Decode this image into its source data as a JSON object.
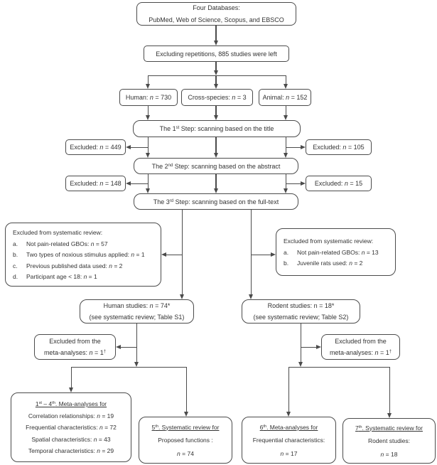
{
  "colors": {
    "line": "#4b4b4b",
    "border": "#4b4b4b",
    "text": "#333333",
    "background": "#ffffff"
  },
  "nodes": {
    "databases": {
      "lines": [
        [
          {
            "t": "Four Databases:"
          }
        ],
        [
          {
            "t": "PubMed, Web of Science, Scopus, and EBSCO"
          }
        ]
      ]
    },
    "dedup": {
      "label": [
        {
          "t": "Excluding repetitions, 885 studies were left"
        }
      ]
    },
    "human_count": {
      "label": [
        {
          "t": "Human: "
        },
        {
          "t": "n",
          "s": "i"
        },
        {
          "t": " = 730"
        }
      ]
    },
    "cross_count": {
      "label": [
        {
          "t": "Cross-species: "
        },
        {
          "t": "n",
          "s": "i"
        },
        {
          "t": " = 3"
        }
      ]
    },
    "animal_count": {
      "label": [
        {
          "t": "Animal: "
        },
        {
          "t": "n",
          "s": "i"
        },
        {
          "t": " = 152"
        }
      ]
    },
    "step1": {
      "label": [
        {
          "t": "The 1"
        },
        {
          "t": "st",
          "s": "sup"
        },
        {
          "t": " Step: scanning based on the title"
        }
      ]
    },
    "step2": {
      "label": [
        {
          "t": "The 2"
        },
        {
          "t": "nd",
          "s": "sup"
        },
        {
          "t": " Step: scanning based on the abstract"
        }
      ]
    },
    "step3": {
      "label": [
        {
          "t": "The 3"
        },
        {
          "t": "rd",
          "s": "sup"
        },
        {
          "t": " Step: scanning based on the full-text"
        }
      ]
    },
    "excluded_title_left": {
      "label": [
        {
          "t": "Excluded: "
        },
        {
          "t": "n",
          "s": "i"
        },
        {
          "t": " = 449"
        }
      ]
    },
    "excluded_title_right": {
      "label": [
        {
          "t": "Excluded: "
        },
        {
          "t": "n",
          "s": "i"
        },
        {
          "t": " = 105"
        }
      ]
    },
    "excluded_abstract_left": {
      "label": [
        {
          "t": "Excluded: "
        },
        {
          "t": "n",
          "s": "i"
        },
        {
          "t": " = 148"
        }
      ]
    },
    "excluded_abstract_right": {
      "label": [
        {
          "t": "Excluded: "
        },
        {
          "t": "n",
          "s": "i"
        },
        {
          "t": " = 15"
        }
      ]
    },
    "excluded_fulltext_human": {
      "heading": "Excluded from systematic review:",
      "items": [
        {
          "letter": "a.",
          "text": [
            {
              "t": "Not pain-related GBOs: "
            },
            {
              "t": "n",
              "s": "i"
            },
            {
              "t": " = 57"
            }
          ]
        },
        {
          "letter": "b.",
          "text": [
            {
              "t": "Two types of noxious stimulus applied: "
            },
            {
              "t": "n",
              "s": "i"
            },
            {
              "t": " = 1"
            }
          ]
        },
        {
          "letter": "c.",
          "text": [
            {
              "t": "Previous published data used: "
            },
            {
              "t": "n",
              "s": "i"
            },
            {
              "t": " = 2"
            }
          ]
        },
        {
          "letter": "d.",
          "text": [
            {
              "t": "Participant age < 18: "
            },
            {
              "t": "n",
              "s": "i"
            },
            {
              "t": " = 1"
            }
          ]
        }
      ]
    },
    "excluded_fulltext_rodent": {
      "heading": "Excluded from systematic review:",
      "items": [
        {
          "letter": "a.",
          "text": [
            {
              "t": "Not pain-related GBOs: "
            },
            {
              "t": "n",
              "s": "i"
            },
            {
              "t": " = 13"
            }
          ]
        },
        {
          "letter": "b.",
          "text": [
            {
              "t": "Juvenile rats used: "
            },
            {
              "t": "n",
              "s": "i"
            },
            {
              "t": " = 2"
            }
          ]
        }
      ]
    },
    "human_studies": {
      "lines": [
        [
          {
            "t": "Human studies: "
          },
          {
            "t": "n",
            "s": "i"
          },
          {
            "t": " = 74*"
          }
        ],
        [
          {
            "t": "(see systematic review; Table S1)"
          }
        ]
      ]
    },
    "rodent_studies": {
      "lines": [
        [
          {
            "t": "Rodent studies: n = 18*"
          }
        ],
        [
          {
            "t": "(see systematic review; Table S2)"
          }
        ]
      ]
    },
    "excluded_meta_human": {
      "lines": [
        [
          {
            "t": "Excluded from the"
          }
        ],
        [
          {
            "t": "meta-analyses: "
          },
          {
            "t": "n",
            "s": "i"
          },
          {
            "t": " = 1"
          },
          {
            "t": "†",
            "s": "sup"
          }
        ]
      ]
    },
    "excluded_meta_rodent": {
      "lines": [
        [
          {
            "t": "Excluded from the"
          }
        ],
        [
          {
            "t": "meta-analyses: "
          },
          {
            "t": "n",
            "s": "i"
          },
          {
            "t": " = 1"
          },
          {
            "t": "†",
            "s": "sup"
          }
        ]
      ]
    },
    "meta_1_4": {
      "heading": [
        {
          "t": "1"
        },
        {
          "t": "st",
          "s": "sup"
        },
        {
          "t": " – 4"
        },
        {
          "t": "th",
          "s": "sup"
        },
        {
          "t": ".  Meta-analyses for"
        }
      ],
      "items": [
        [
          {
            "t": "Correlation relationships: "
          },
          {
            "t": "n",
            "s": "i"
          },
          {
            "t": " = 19"
          }
        ],
        [
          {
            "t": "Frequential characteristics: "
          },
          {
            "t": "n",
            "s": "i"
          },
          {
            "t": " = 72"
          }
        ],
        [
          {
            "t": "Spatial characteristics: "
          },
          {
            "t": "n",
            "s": "i"
          },
          {
            "t": " = 43"
          }
        ],
        [
          {
            "t": "Temporal characteristics: "
          },
          {
            "t": "n",
            "s": "i"
          },
          {
            "t": " = 29"
          }
        ]
      ]
    },
    "review_5": {
      "heading": [
        {
          "t": "5"
        },
        {
          "t": "th",
          "s": "sup"
        },
        {
          "t": ". Systematic review for"
        }
      ],
      "lines": [
        [
          {
            "t": "Proposed functions :"
          }
        ],
        [
          {
            "t": "n",
            "s": "i"
          },
          {
            "t": " = 74"
          }
        ]
      ]
    },
    "meta_6": {
      "heading": [
        {
          "t": "6"
        },
        {
          "t": "th",
          "s": "sup"
        },
        {
          "t": ".  Meta-analyses for"
        }
      ],
      "lines": [
        [
          {
            "t": "Frequential characteristics:"
          }
        ],
        [
          {
            "t": "n",
            "s": "i"
          },
          {
            "t": " = 17"
          }
        ]
      ]
    },
    "review_7": {
      "heading": [
        {
          "t": "7"
        },
        {
          "t": "th",
          "s": "sup"
        },
        {
          "t": ". Systematic review for"
        }
      ],
      "lines": [
        [
          {
            "t": "Rodent studies:"
          }
        ],
        [
          {
            "t": "n",
            "s": "i"
          },
          {
            "t": " = 18"
          }
        ]
      ]
    }
  }
}
